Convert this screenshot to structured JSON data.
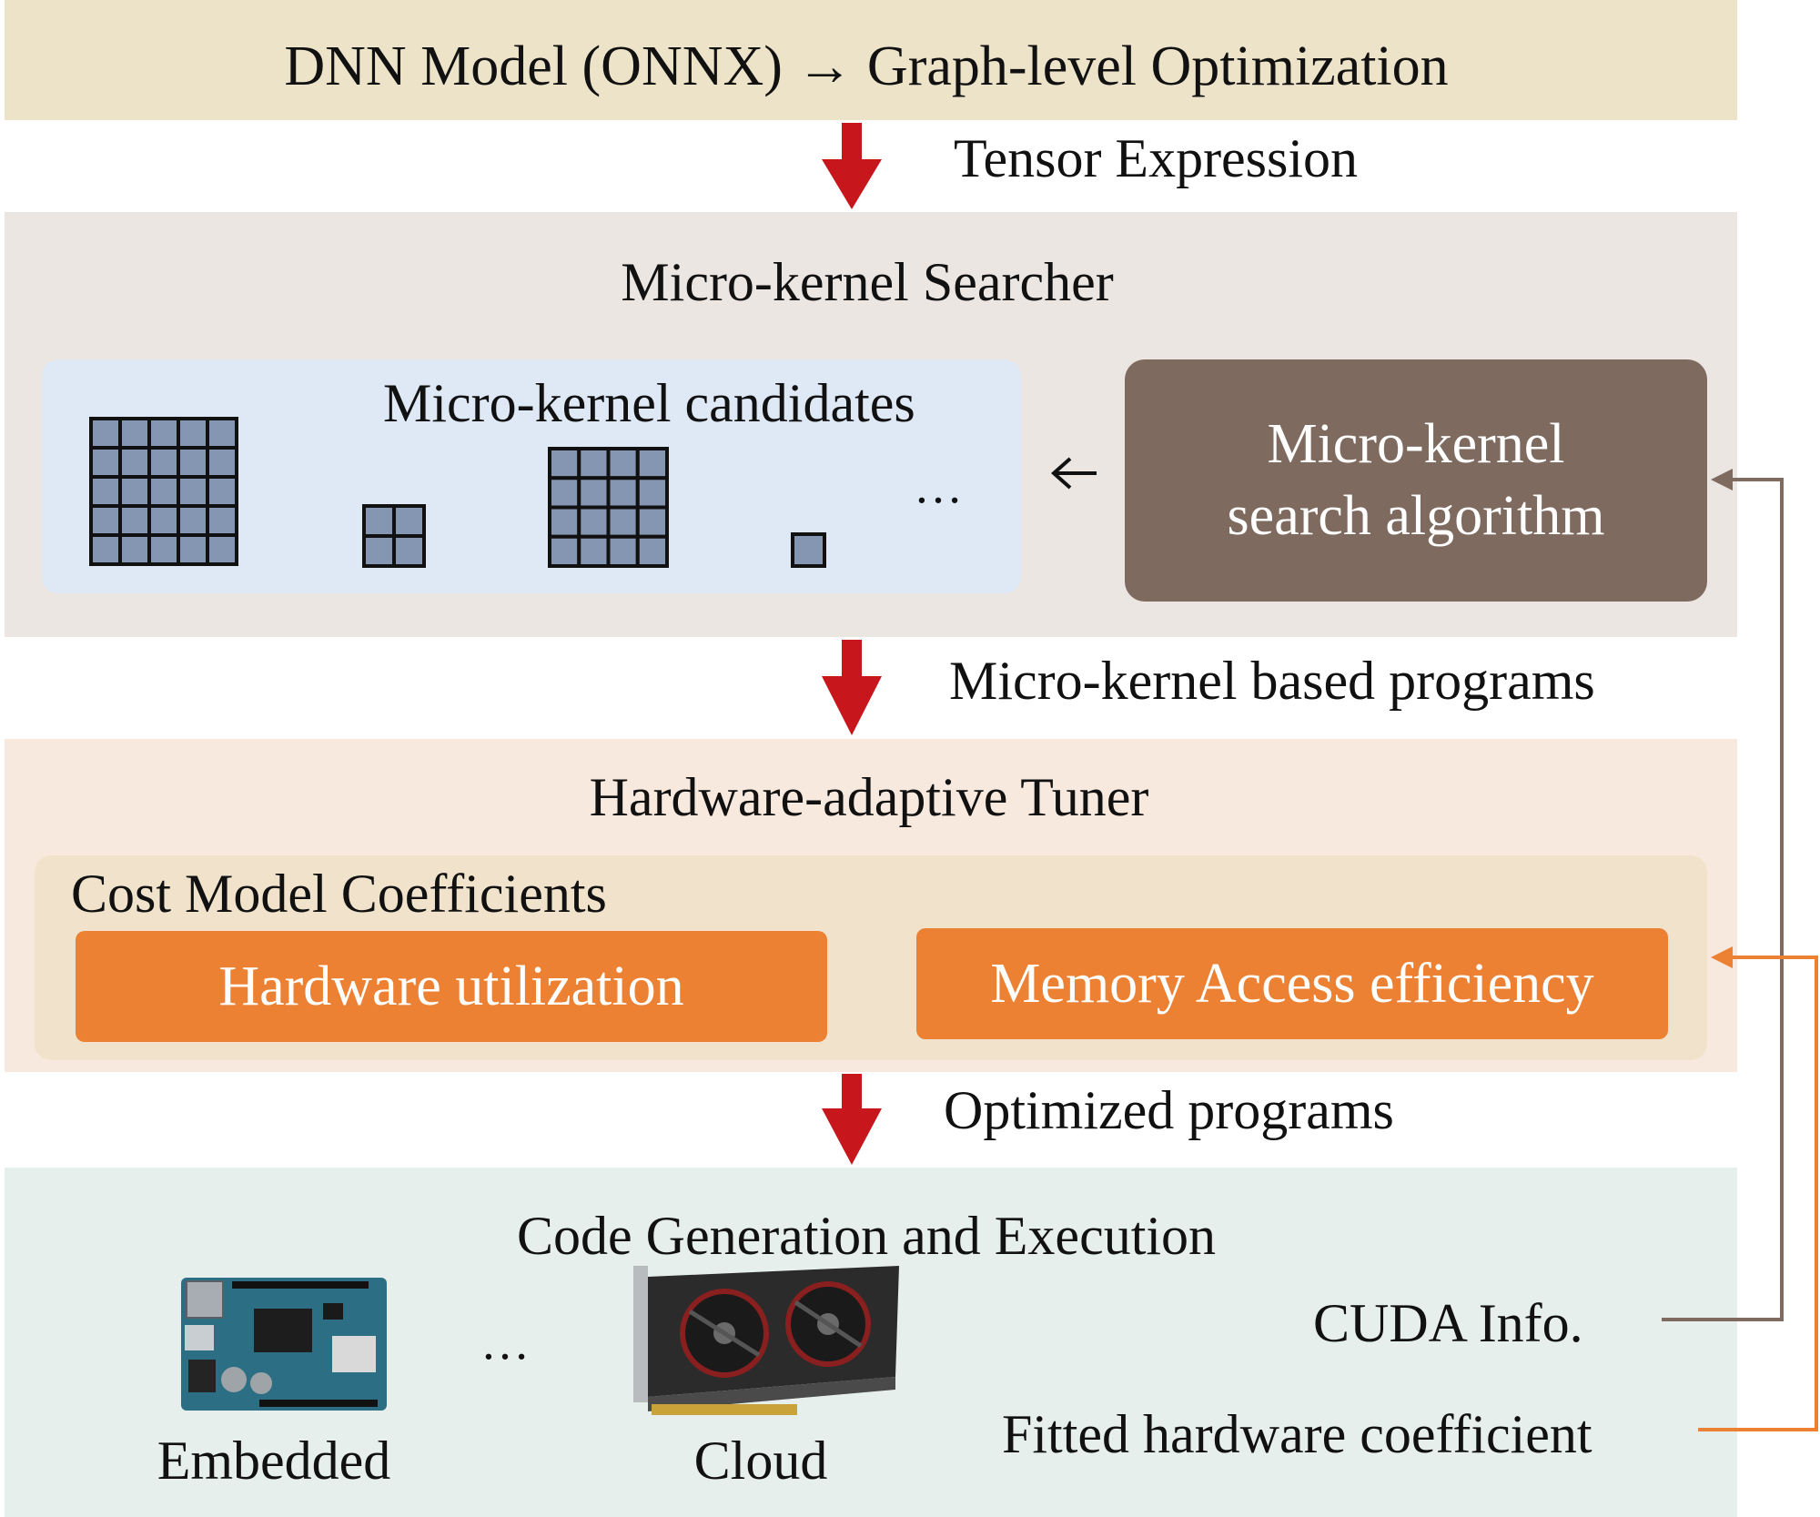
{
  "top": {
    "title": "DNN Model (ONNX) → Graph-level Optimization"
  },
  "flow": {
    "step1": "Tensor Expression",
    "step2": "Micro-kernel based programs",
    "step3": "Optimized programs"
  },
  "searcher": {
    "title": "Micro-kernel Searcher",
    "candidates_label": "Micro-kernel candidates",
    "ellipsis": "…",
    "algorithm_line1": "Micro-kernel",
    "algorithm_line2": "search algorithm",
    "candidate_grids": [
      {
        "rows": 5,
        "cols": 5
      },
      {
        "rows": 2,
        "cols": 2
      },
      {
        "rows": 4,
        "cols": 4
      },
      {
        "rows": 1,
        "cols": 1
      }
    ]
  },
  "tuner": {
    "title": "Hardware-adaptive Tuner",
    "coefficients_label": "Cost Model Coefficients",
    "hardware_utilization": "Hardware utilization",
    "memory_access_efficiency": "Memory Access efficiency"
  },
  "codegen": {
    "title": "Code Generation and Execution",
    "embedded_label": "Embedded",
    "cloud_label": "Cloud",
    "ellipsis": "…",
    "cuda_info": "CUDA Info.",
    "fitted_coefficient": "Fitted hardware coefficient"
  },
  "colors": {
    "top_band": "#ede3c9",
    "searcher_band": "#ece6e3",
    "tuner_band": "#f8e9df",
    "codegen_band": "#e7efec",
    "candidates_panel": "#dee9f5",
    "algorithm_box": "#7e6a5e",
    "orange": "#ec8133",
    "flow_arrow": "#c8161d",
    "cuda_line": "#7e6a5e",
    "coefficient_line": "#ec8133",
    "grid_cell": "#8496b1"
  }
}
